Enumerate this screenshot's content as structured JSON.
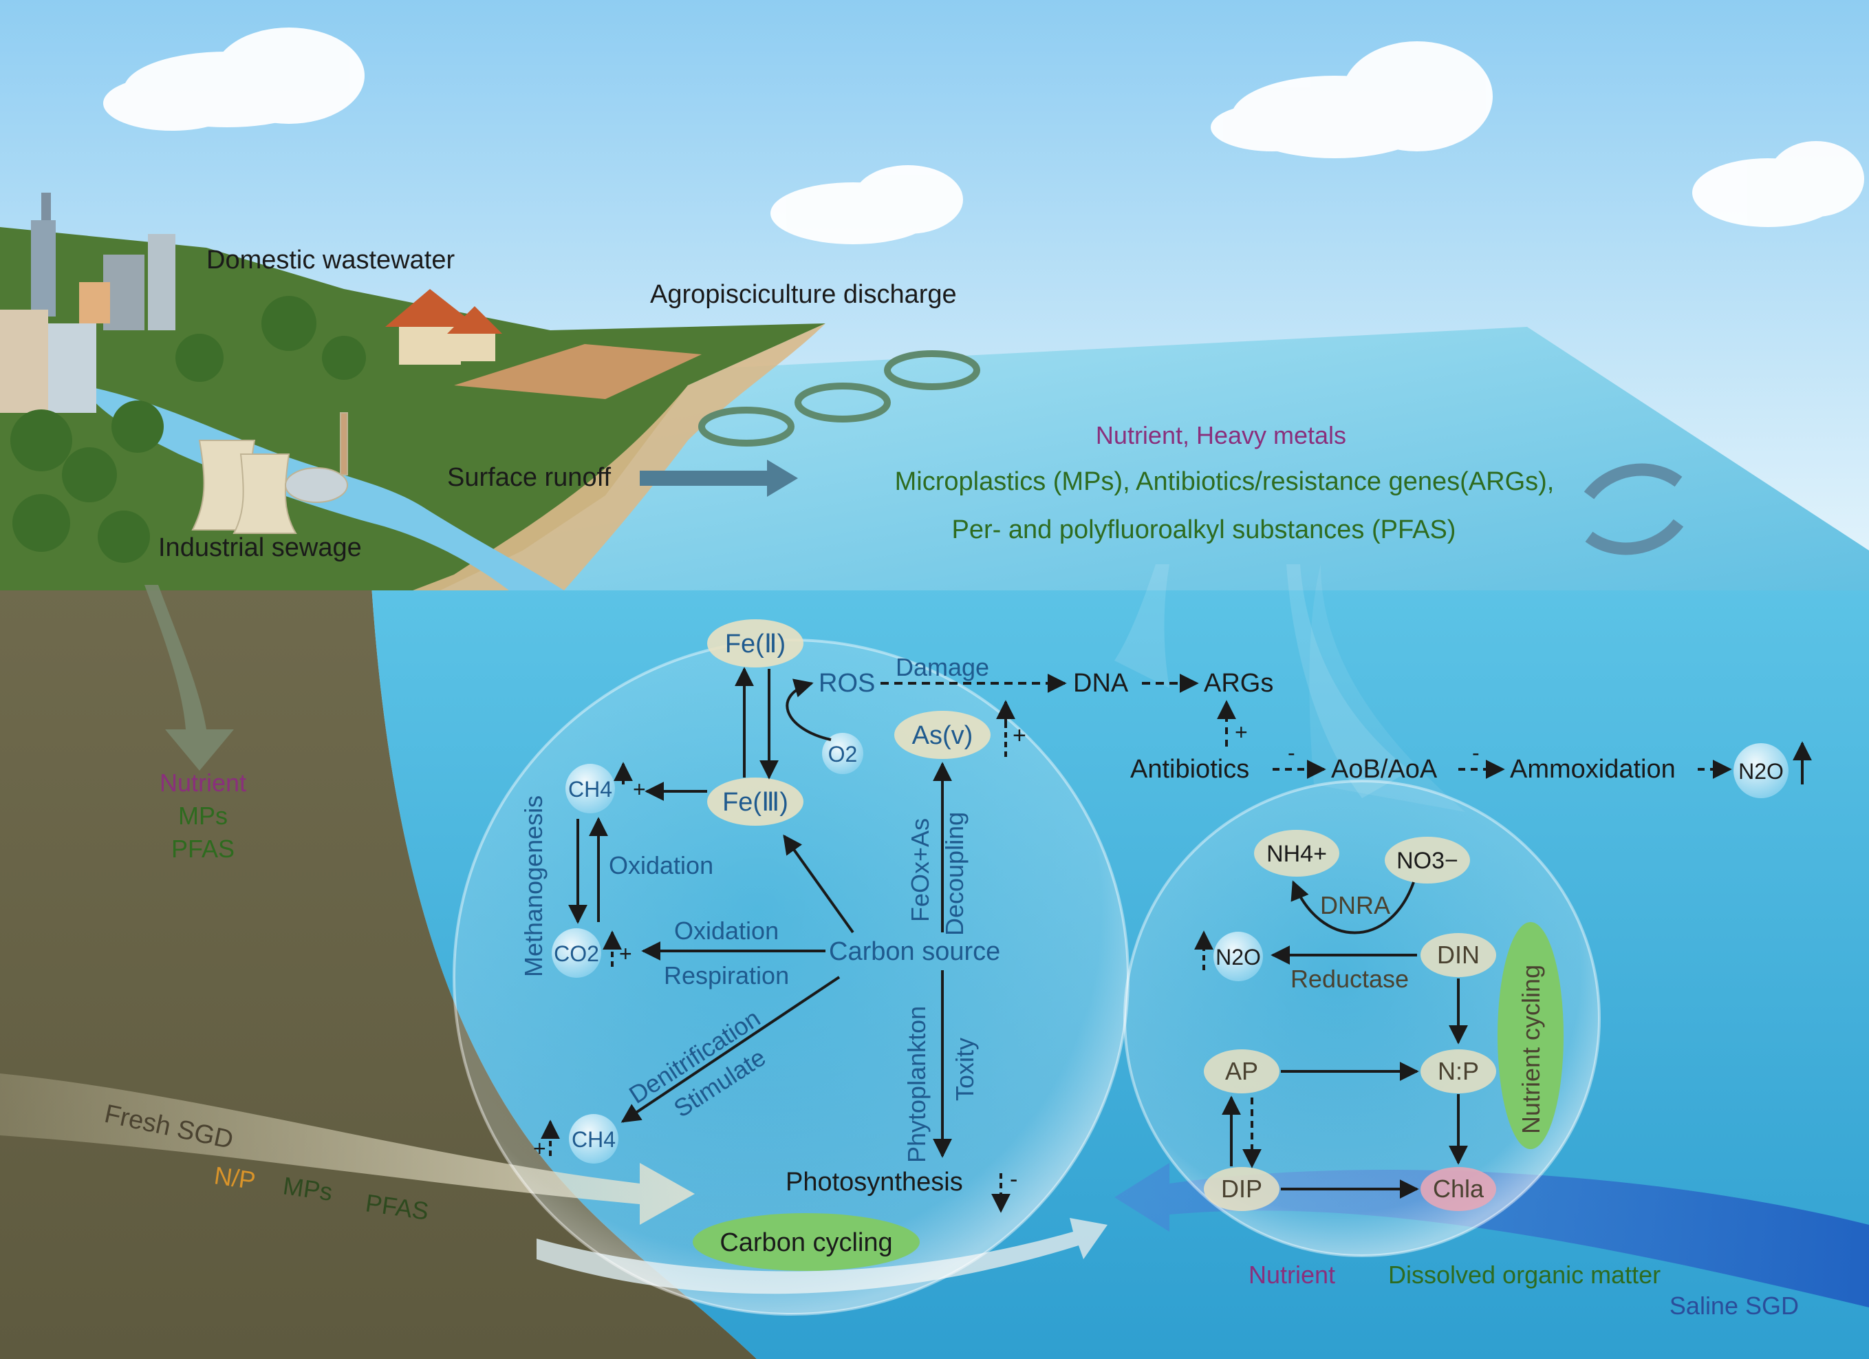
{
  "land": {
    "domestic_wastewater": "Domestic wastewater",
    "agro_discharge": "Agropisciculture discharge",
    "surface_runoff": "Surface runoff",
    "industrial_sewage": "Industrial sewage",
    "underground": {
      "nutrient": "Nutrient",
      "mps": "MPs",
      "pfas": "PFAS"
    }
  },
  "pollutants": {
    "line1": "Nutrient, Heavy metals",
    "line2": "Microplastics (MPs), Antibiotics/resistance genes(ARGs),",
    "line3": "Per- and polyfluoroalkyl substances (PFAS)"
  },
  "fresh_sgd": {
    "title": "Fresh SGD",
    "np": "N/P",
    "mps": "MPs",
    "pfas": "PFAS"
  },
  "carbon": {
    "fe2": "Fe(Ⅱ)",
    "fe3": "Fe(Ⅲ)",
    "ros": "ROS",
    "o2": "O2",
    "damage": "Damage",
    "dna": "DNA",
    "args": "ARGs",
    "as5": "As(v)",
    "plus": "+",
    "minus": "-",
    "ch4_top": "CH4",
    "co2": "CO2",
    "ch4_bottom": "CH4",
    "methanogenesis": "Methanogenesis",
    "oxidation1": "Oxidation",
    "oxidation2": "Oxidation",
    "respiration": "Respiration",
    "carbon_source": "Carbon source",
    "feox_as": "FeOx+As",
    "decoupling": "Decoupling",
    "denitrification": "Denitrification",
    "stimulate": "Stimulate",
    "phytoplankton": "Phytoplankton",
    "toxity": "Toxity",
    "photosynthesis": "Photosynthesis",
    "carbon_cycling": "Carbon cycling"
  },
  "nitrogen": {
    "antibiotics": "Antibiotics",
    "aob": "AoB/AoA",
    "ammox": "Ammoxidation",
    "n2o_top": "N2O",
    "nh4": "NH4+",
    "no3": "NO3−",
    "dnra": "DNRA",
    "din": "DIN",
    "n2o": "N2O",
    "reductase": "Reductase",
    "ap": "AP",
    "np": "N:P",
    "dip": "DIP",
    "chla": "Chla",
    "nutrient_cycling": "Nutrient cycling"
  },
  "saline": {
    "nutrient": "Nutrient",
    "dom": "Dissolved organic matter",
    "title": "Saline SGD"
  },
  "colors": {
    "sky": "#bfe3f7",
    "sea": "#4fb7dc",
    "land": "#6b6548",
    "grass": "#4f7a34",
    "label_blue": "#1f5a8e",
    "label_green": "#2e6b1f",
    "label_purple": "#8a2f7c",
    "label_orange": "#d9942a",
    "label_brown": "#4a4230",
    "saline_blue": "#2b4d9a"
  }
}
